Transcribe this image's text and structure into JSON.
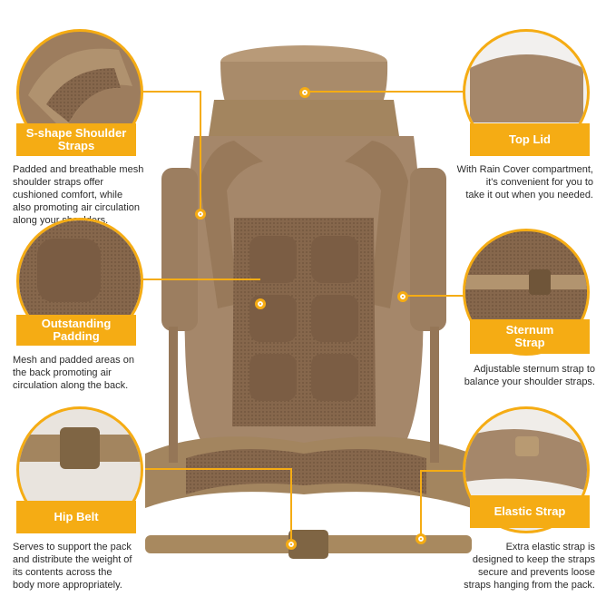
{
  "features": {
    "shoulder": {
      "title_line1": "S-shape Shoulder",
      "title_line2": "Straps",
      "desc": [
        "Padded and breathable mesh",
        "shoulder straps offer",
        "cushioned comfort, while",
        "also promoting air circulation",
        "along your shoulders."
      ]
    },
    "padding": {
      "title_line1": "Outstanding",
      "title_line2": "Padding",
      "desc": [
        "Mesh and padded areas on",
        "the back promoting air",
        "circulation along the back."
      ]
    },
    "hipbelt": {
      "title": "Hip Belt",
      "desc": [
        "Serves to support the pack",
        "and distribute the weight of",
        "its contents across the",
        "body more appropriately."
      ]
    },
    "toplid": {
      "title": "Top Lid",
      "desc": [
        "With Rain Cover compartment,",
        "it's convenient for you to",
        "take it out when you needed."
      ]
    },
    "sternum": {
      "title_line1": "Sternum",
      "title_line2": "Strap",
      "desc": [
        "Adjustable sternum strap to",
        "balance your shoulder straps."
      ]
    },
    "elastic": {
      "title": "Elastic Strap",
      "desc": [
        "Extra elastic strap is",
        "designed to keep the straps",
        "secure and prevents loose",
        "straps hanging from the pack."
      ]
    }
  },
  "colors": {
    "accent": "#f5ac14",
    "pack": "#a88a68",
    "mesh": "#8a6a4e",
    "text": "#2b2b2b"
  }
}
